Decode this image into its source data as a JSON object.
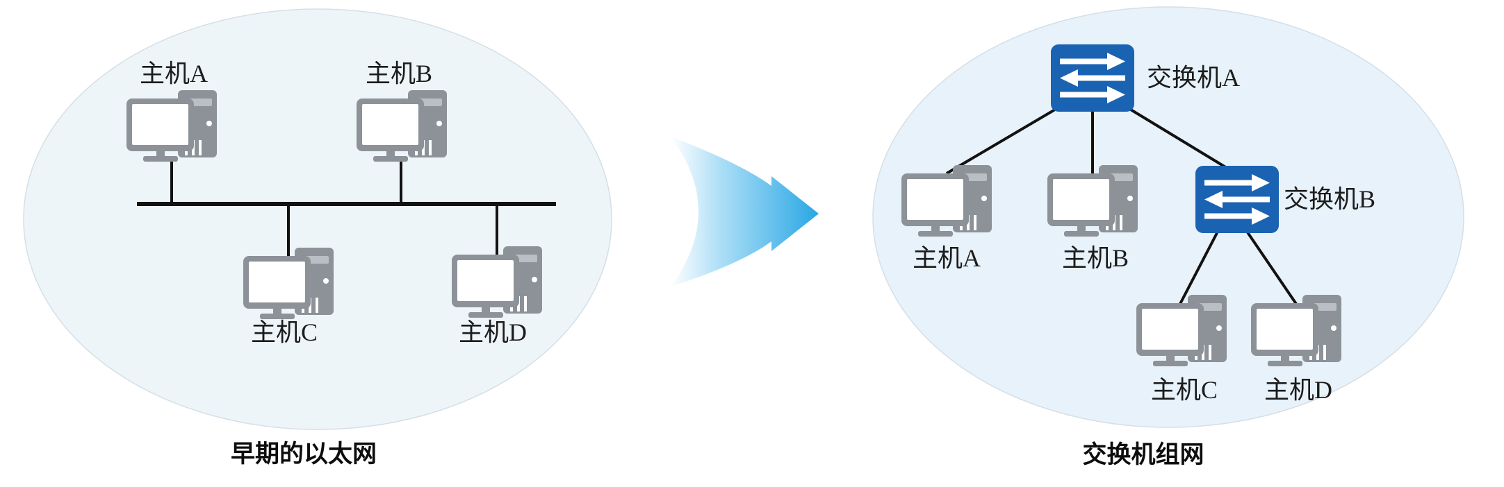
{
  "left_diagram": {
    "caption": "早期的以太网",
    "hosts": [
      {
        "label": "主机A"
      },
      {
        "label": "主机B"
      },
      {
        "label": "主机C"
      },
      {
        "label": "主机D"
      }
    ]
  },
  "right_diagram": {
    "caption": "交换机组网",
    "switches": [
      {
        "label": "交换机A"
      },
      {
        "label": "交换机B"
      }
    ],
    "hosts": [
      {
        "label": "主机A"
      },
      {
        "label": "主机B"
      },
      {
        "label": "主机C"
      },
      {
        "label": "主机D"
      }
    ]
  },
  "colors": {
    "switch_blue": "#1a63b2",
    "device_gray": "#8d9298",
    "bubble_left_fill": "#eef5f9",
    "bubble_right_fill": "#e8f2fa",
    "bubble_stroke": "#d5dfe6",
    "arrow_blue": "#29a7e4",
    "arrow_light": "#ffffff",
    "line_black": "#121212"
  }
}
